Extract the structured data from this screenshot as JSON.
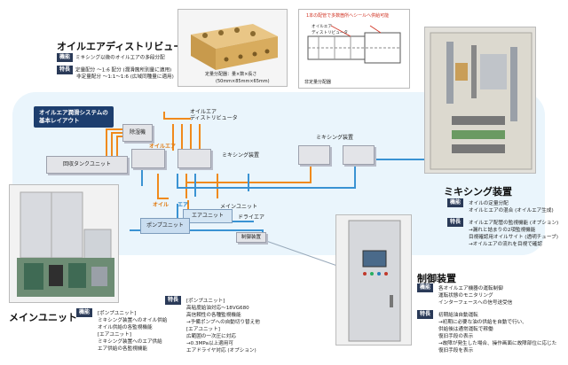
{
  "distributor": {
    "title": "オイルエアディストリビュータ",
    "features": [
      {
        "tag": "機能",
        "text": "ミキシング以後のオイルエアの多段分配"
      },
      {
        "tag": "特長",
        "text": "定量配分 〜1:6 配分 (潤滑箇所別量に適用)"
      }
    ],
    "extra_line": "非定量配分 〜1:1〜1:6 (広域同種量に適用)",
    "photo_caption_1": "定量分配器：量×数×長さ",
    "photo_caption_2": "(50mm×85mm×65mm)",
    "section_caption_top": "1本の配管で多数箇所へシールへ供給可能",
    "section_caption_bottom": "非定量分配器",
    "section_labels": [
      "オイルエア",
      "ディストリビュータ"
    ]
  },
  "layout_badge": "オイルエア潤滑システムの\n基本レイアウト",
  "diagram": {
    "nodes": {
      "tank": "回収タンクユニット",
      "filter": "除湿機",
      "distributor": "オイルエア\nディストリビュータ",
      "mixing_top": "ミキシング装置",
      "mixing_mid": "ミキシング装置",
      "main_unit": "メインユニット",
      "air_unit": "エアユニット",
      "dryer": "ドライエア",
      "pump_unit": "ポンプユニット",
      "control": "制御装置"
    },
    "line_labels": {
      "oil_air": "オイルエア",
      "oil": "オイル",
      "air": "エア"
    }
  },
  "mixing_device": {
    "title": "ミキシング装置",
    "function_tag": "機能",
    "functions": [
      "オイルの定量分配",
      "オイルとエアの混合 (オイルエア生成)"
    ],
    "feature_tag": "特長",
    "features": [
      "オイルエア配管の監視機能 (オプション)",
      "→漏れと詰まりの2項監視機能",
      "目視確認用オイルサイト (透明チューブ)",
      "→オイルエアの流れを目視で確認"
    ]
  },
  "main_unit": {
    "title": "メインユニット",
    "function_tag": "機能",
    "pump_header": "[ポンプユニット]",
    "pump_items": [
      "ミキシング装置へのオイル供給",
      "オイル供給の各監視機能"
    ],
    "air_header": "[エアユニット]",
    "air_items": [
      "ミキシング装置へのエア供給",
      "エア供給の各監視機能"
    ]
  },
  "feature_box": {
    "tag": "特長",
    "pump_header": "[ポンプユニット]",
    "pump_items": [
      "高粘度給油対応〜18VG680",
      "高信頼性の各種監視機能",
      "→予備ポンプへの自動切り替え他"
    ],
    "air_header": "[エアユニット]",
    "air_items": [
      "広範囲の一次圧に対応",
      "→0.3MPa以上適用可",
      "エアドライヤ対応 (オプション)"
    ]
  },
  "control": {
    "title": "制御装置",
    "function_tag": "機能",
    "functions": [
      "各オイルエア機器の運転制御",
      "運転状態のモニタリング",
      "インターフェースへの信号送受信"
    ],
    "feature_tag": "特長",
    "features": [
      "初期給油自動運転",
      "→初期に必要な油の供給を自動で行い、",
      "供給後は通常運転で稼働",
      "復旧手段の表示",
      "→故障が発生した場合、操作画面に故障部位に応じた",
      "復旧手段を表示"
    ]
  },
  "colors": {
    "orange": "#f08a1c",
    "blue": "#3a93d3",
    "navy": "#1d3e6e",
    "panel": "#eaf5fc"
  }
}
